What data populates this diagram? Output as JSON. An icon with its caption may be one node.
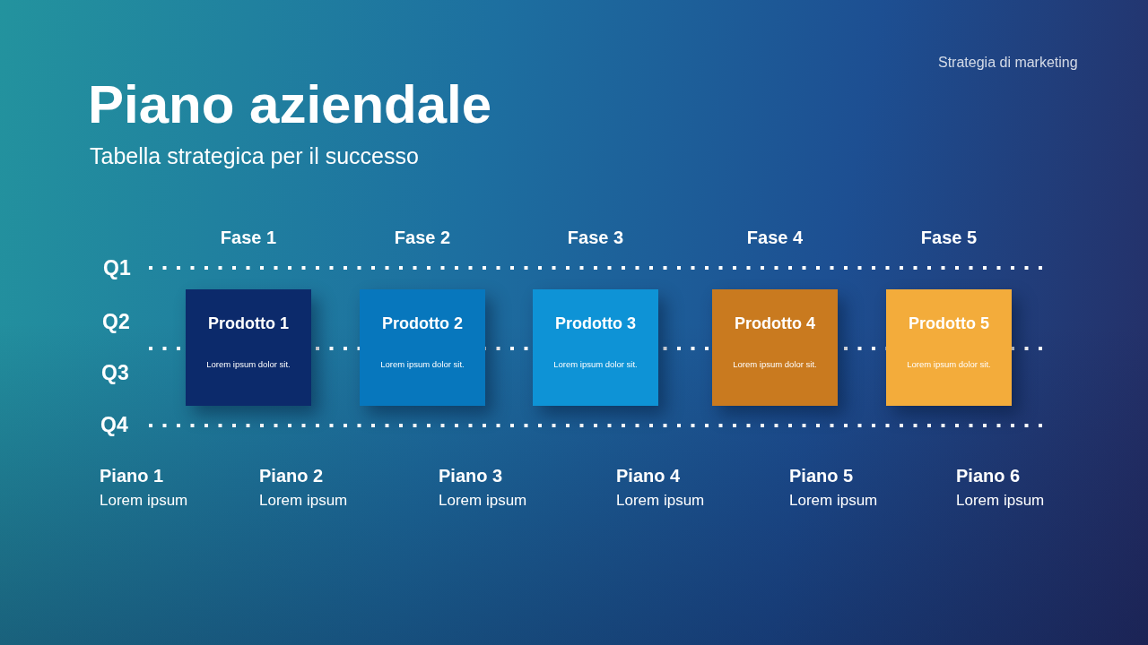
{
  "diagram": {
    "title": "Piano aziendale",
    "nodes": [
      {
        "text": [
          "Prodotto 1",
          "Lorem ipsum dolor sit."
        ],
        "beside": [
          "Fase 1"
        ]
      },
      {
        "text": [
          "Prodotto 2",
          "Lorem ipsum dolor sit."
        ],
        "beside": [
          "Fase 2"
        ]
      },
      {
        "text": [
          "Prodotto 3",
          "Lorem ipsum dolor sit."
        ],
        "beside": [
          "Fase 3"
        ]
      },
      {
        "text": [
          "Prodotto 4",
          "Lorem ipsum dolor sit."
        ],
        "beside": [
          "Fase 4"
        ]
      },
      {
        "text": [
          "Prodotto 5",
          "Lorem ipsum dolor sit."
        ],
        "beside": [
          "Fase 5"
        ]
      }
    ],
    "labels": [
      "Strategia di marketing",
      "Tabella strategica per il successo",
      "Q1",
      "Q2",
      "Q3",
      "Q4",
      "Piano 1",
      "Lorem ipsum",
      "Piano 2",
      "Lorem ipsum",
      "Piano 3",
      "Lorem ipsum",
      "Piano 4",
      "Lorem ipsum",
      "Piano 5",
      "Lorem ipsum",
      "Piano 6",
      "Lorem ipsum"
    ]
  }
}
